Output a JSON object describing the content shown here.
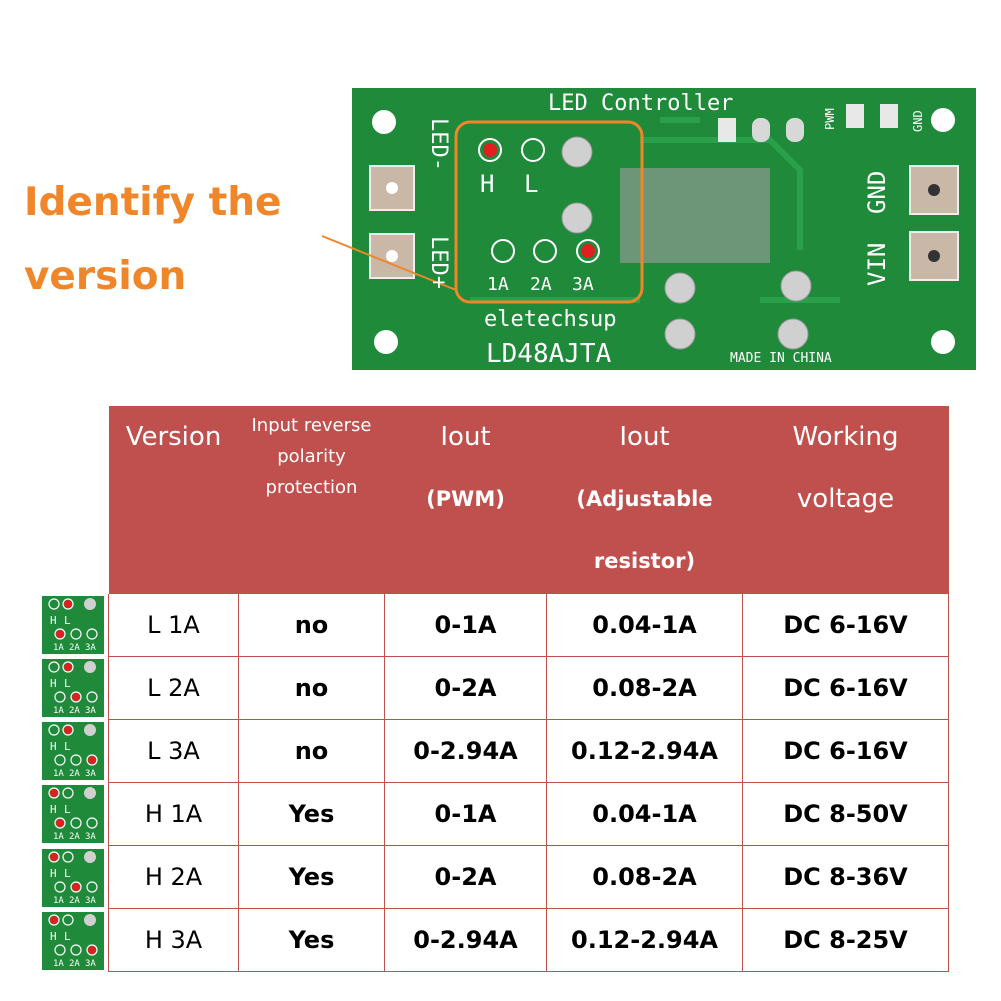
{
  "headline": {
    "line1": "Identify the",
    "line2": "version"
  },
  "board": {
    "top_label": "LED Controller",
    "pwm_label": "PWM",
    "gnd_label": "GND",
    "led_minus": "LED-",
    "led_plus": "LED+",
    "jumper_h": "H",
    "jumper_l": "L",
    "current_labels": [
      "1A",
      "2A",
      "3A"
    ],
    "vin_label": "VIN",
    "gnd_side": "GND",
    "brand": "eletechsup",
    "model": "LD48AJTA",
    "made_in": "MADE IN CHINA"
  },
  "table": {
    "headers": {
      "version": "Version",
      "protection": [
        "Input reverse",
        "polarity",
        "protection"
      ],
      "iout_pwm": [
        "Iout",
        "(PWM)"
      ],
      "iout_res": [
        "Iout",
        "(Adjustable",
        "resistor)"
      ],
      "voltage": [
        "Working",
        "voltage"
      ]
    },
    "rows": [
      {
        "version": "L 1A",
        "protection": "no",
        "pwm": "0-1A",
        "res": "0.04-1A",
        "voltage": "DC 6-16V"
      },
      {
        "version": "L 2A",
        "protection": "no",
        "pwm": "0-2A",
        "res": "0.08-2A",
        "voltage": "DC 6-16V"
      },
      {
        "version": "L 3A",
        "protection": "no",
        "pwm": "0-2.94A",
        "res": "0.12-2.94A",
        "voltage": "DC 6-16V"
      },
      {
        "version": "H 1A",
        "protection": "Yes",
        "pwm": "0-1A",
        "res": "0.04-1A",
        "voltage": "DC 8-50V"
      },
      {
        "version": "H 2A",
        "protection": "Yes",
        "pwm": "0-2A",
        "res": "0.08-2A",
        "voltage": "DC 8-36V"
      },
      {
        "version": "H 3A",
        "protection": "Yes",
        "pwm": "0-2.94A",
        "res": "0.12-2.94A",
        "voltage": "DC 8-25V"
      }
    ]
  },
  "thumbnails": [
    {
      "hl": "L",
      "current": "1A"
    },
    {
      "hl": "L",
      "current": "2A"
    },
    {
      "hl": "L",
      "current": "3A"
    },
    {
      "hl": "H",
      "current": "1A"
    },
    {
      "hl": "H",
      "current": "2A"
    },
    {
      "hl": "H",
      "current": "3A"
    }
  ],
  "thumb_labels": {
    "h": "H",
    "l": "L",
    "currents": [
      "1A",
      "2A",
      "3A"
    ]
  },
  "colors": {
    "pcb": "#1e8a3a",
    "accent": "#f0862a",
    "header": "#c0504d",
    "marker": "#e02020"
  }
}
